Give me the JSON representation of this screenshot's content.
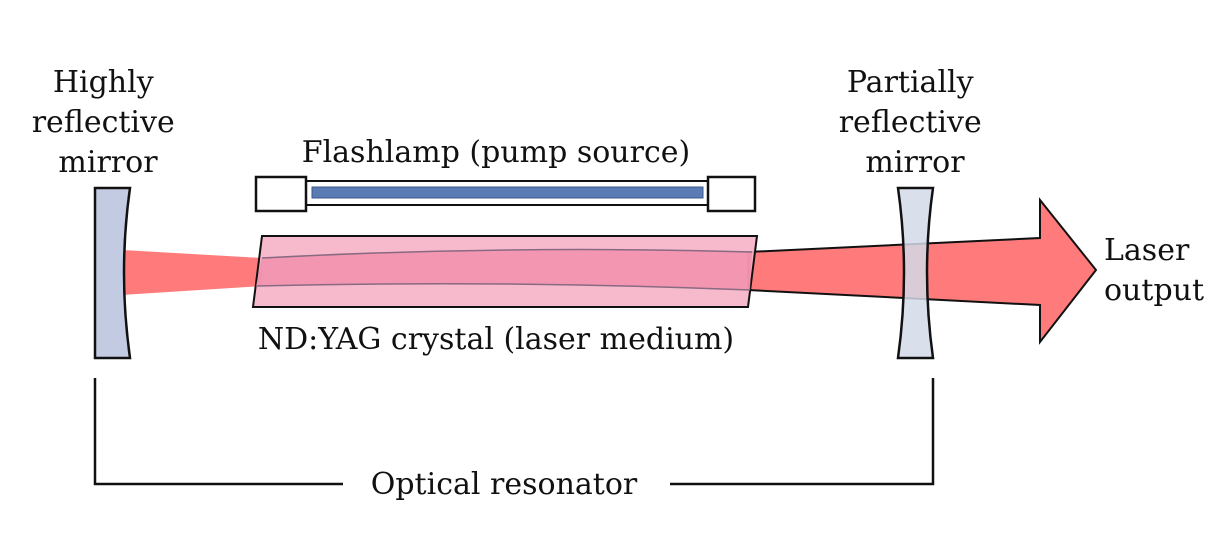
{
  "labels": {
    "left_mirror": [
      "Highly",
      "reflective",
      "mirror"
    ],
    "right_mirror": [
      "Partially",
      "reflective",
      "mirror"
    ],
    "flashlamp": "Flashlamp (pump source)",
    "crystal": "ND:YAG crystal (laser medium)",
    "output": [
      "Laser",
      "output"
    ],
    "resonator": "Optical resonator"
  },
  "colors": {
    "beam": "#ff7b7b",
    "crystal_fill": "#f6b3c8",
    "crystal_core": "#f08aa8",
    "mirror_left": "#c3cbe2",
    "mirror_right": "#d4dae8",
    "lamp_tube": "#5b7bb5",
    "line": "#111111"
  }
}
